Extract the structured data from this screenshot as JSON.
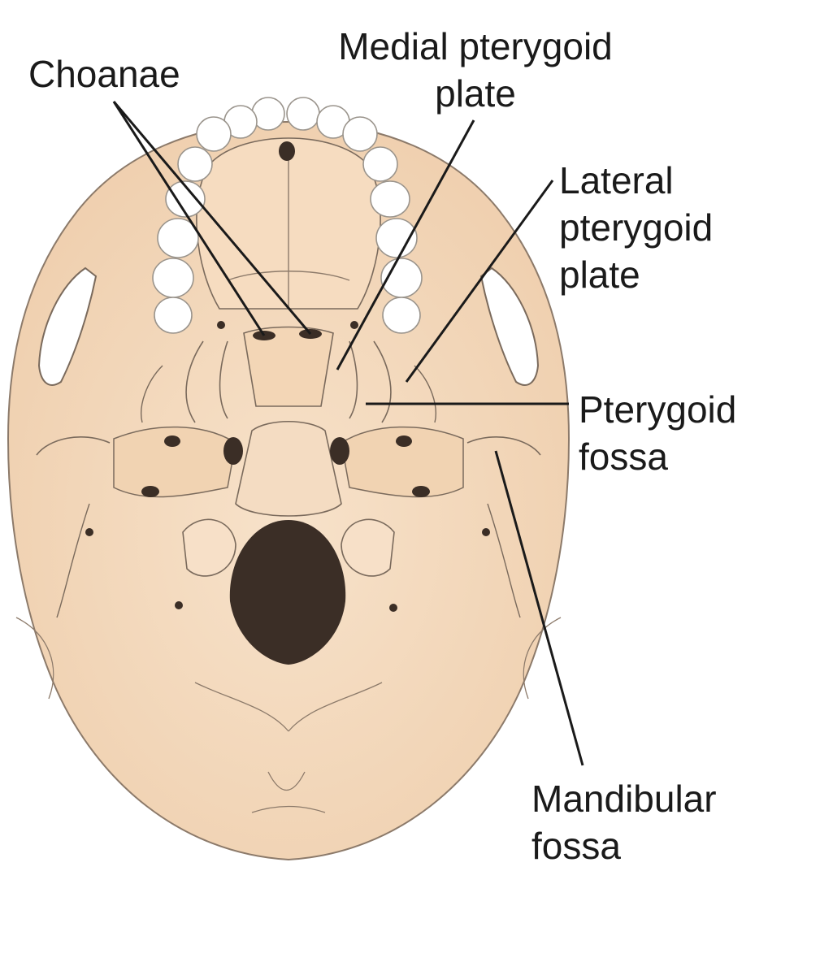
{
  "labels": {
    "choanae": {
      "line1": "Choanae"
    },
    "medial_pterygoid_plate": {
      "line1": "Medial pterygoid",
      "line2": "plate"
    },
    "lateral_pterygoid_plate": {
      "line1": "Lateral",
      "line2": "pterygoid",
      "line3": "plate"
    },
    "pterygoid_fossa": {
      "line1": "Pterygoid",
      "line2": "fossa"
    },
    "mandibular_fossa": {
      "line1": "Mandibular",
      "line2": "fossa"
    }
  },
  "colors": {
    "bone": "#f4d9bd",
    "bone_shadow": "#e8c8a6",
    "outline": "#7a6a5c",
    "teeth": "#ffffff",
    "foramen": "#3b2e26",
    "leader": "#1a1a1a"
  }
}
